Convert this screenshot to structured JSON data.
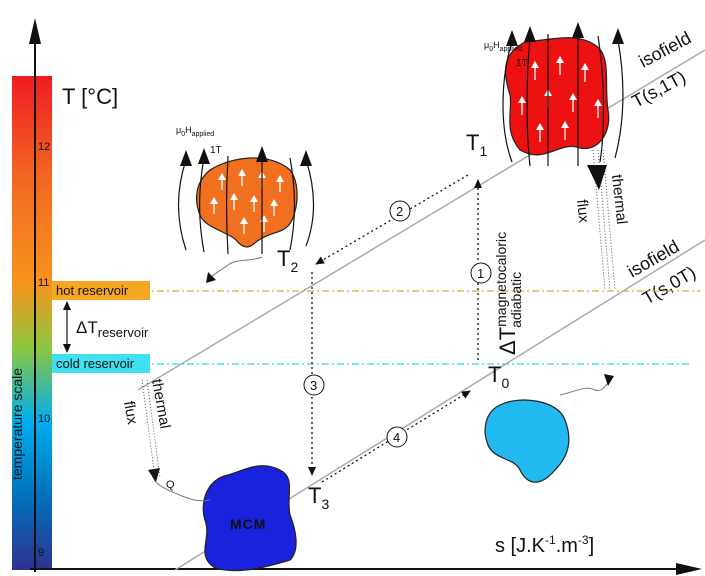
{
  "axes": {
    "t_axis_label": "T [°C]",
    "s_axis_label_main": "s [J.K",
    "s_axis_label_sup1": "-1",
    "s_axis_label_mid": ".m",
    "s_axis_label_sup2": "-3",
    "s_axis_label_end": "]"
  },
  "temperature_scale": {
    "label": "temperature scale",
    "ticks": [
      "12",
      "11",
      "10",
      "9"
    ]
  },
  "reservoirs": {
    "hot": "hot reservoir",
    "cold": "cold reservoir",
    "delta_main": "ΔT",
    "delta_sub": "reservoir"
  },
  "isofields": {
    "upper_label": "isofield",
    "upper_curve": "T(s,1T)",
    "lower_label": "isofield",
    "lower_curve": "T(s,0T)"
  },
  "points": {
    "t1_main": "T",
    "t1_sub": "1",
    "t2_main": "T",
    "t2_sub": "2",
    "t3_main": "T",
    "t3_sub": "3",
    "t0_main": "T",
    "t0_sub": "0"
  },
  "steps": [
    "1",
    "2",
    "3",
    "4"
  ],
  "adiabatic": {
    "main": "ΔT",
    "sup": "magnetocaloric",
    "sub": "adiabatic"
  },
  "flux": {
    "right_word1": "thermal",
    "right_word2": "flux",
    "left_word1": "thermal",
    "left_word2": "flux",
    "q": "Q"
  },
  "field": {
    "mu_main": "μ",
    "mu_sub": "0",
    "h_main": "H",
    "h_sub": "applied",
    "value": "1T"
  },
  "mcm_label": "MCM",
  "colors": {
    "red_block": "#ee1111",
    "orange_block": "#f07020",
    "blue_block": "#1a22dd",
    "cyan_block": "#22b8f0",
    "hot_line": "#f0a030",
    "cold_line": "#30d8e8",
    "hot_tag": "#f5a623",
    "cold_tag": "#3ee0f0"
  }
}
